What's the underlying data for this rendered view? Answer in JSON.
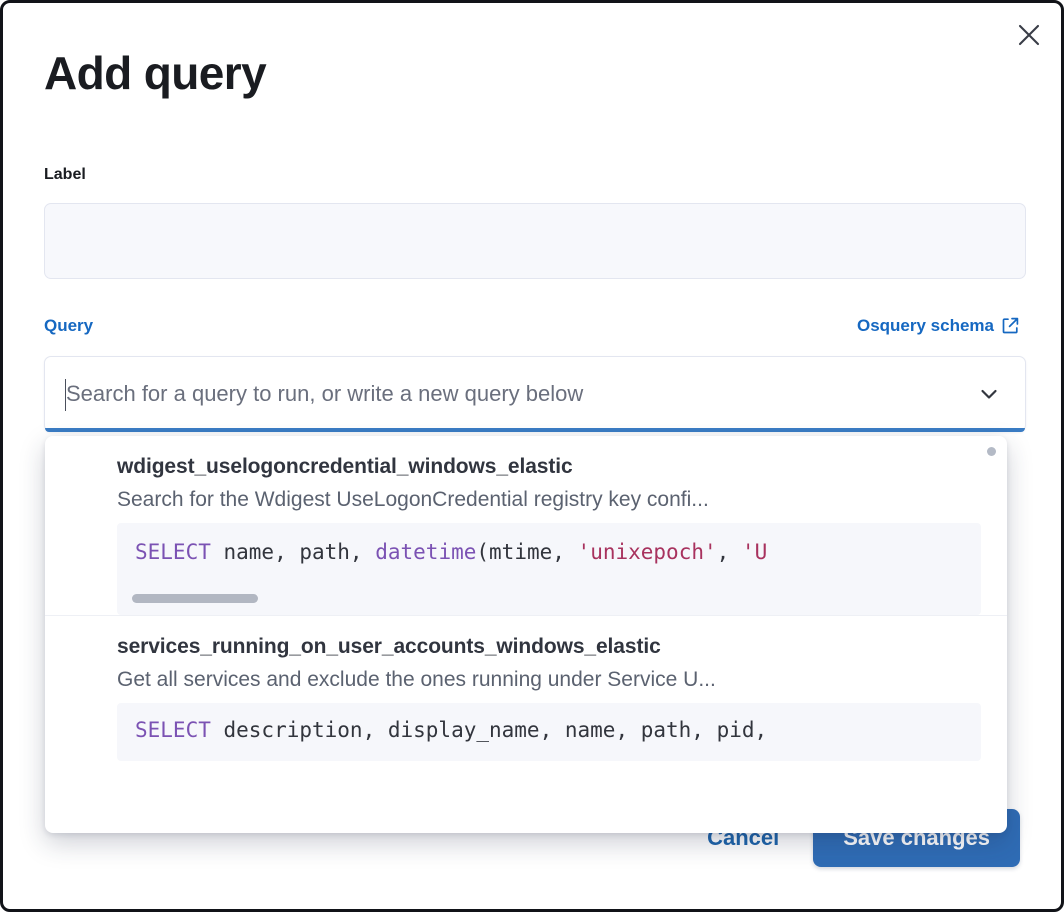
{
  "modal": {
    "title": "Add query",
    "close_icon": "close-icon"
  },
  "label_field": {
    "label": "Label",
    "value": "",
    "placeholder": ""
  },
  "query_section": {
    "label": "Query",
    "schema_link_text": "Osquery schema",
    "schema_link_icon": "external-link-icon",
    "combobox": {
      "value": "",
      "placeholder": "Search for a query to run, or write a new query below",
      "chevron_icon": "chevron-down-icon",
      "focused": true
    }
  },
  "dropdown": {
    "options": [
      {
        "title": "wdigest_uselogoncredential_windows_elastic",
        "description": "Search for the Wdigest UseLogonCredential registry key confi...",
        "code": {
          "keyword": "SELECT",
          "mid": " name, path, ",
          "fn": "datetime",
          "after_fn": "(mtime, ",
          "string1": "'unixepoch'",
          "comma": ", ",
          "string2": "'U",
          "has_scrollbar": true
        }
      },
      {
        "title": "services_running_on_user_accounts_windows_elastic",
        "description": "Get all services and exclude the ones running under Service U...",
        "code": {
          "keyword": "SELECT",
          "mid": " description, display_name, name, path, pid,",
          "fn": "",
          "after_fn": "",
          "string1": "",
          "comma": "",
          "string2": "",
          "has_scrollbar": false
        }
      }
    ]
  },
  "footer": {
    "cancel_label": "Cancel",
    "save_label": "Save changes"
  },
  "colors": {
    "accent_blue": "#1668c1",
    "save_button_bg": "#2f6cb5",
    "focus_bar": "#3a7cc4",
    "sql_keyword": "#7b52b3",
    "sql_string": "#a8325e"
  }
}
